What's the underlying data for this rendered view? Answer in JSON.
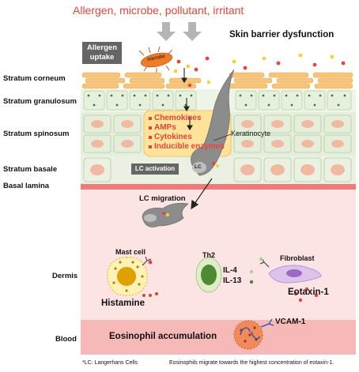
{
  "header": {
    "triggers": "Allergen, microbe, pollutant, irritant",
    "title": "Skin barrier dysfunction"
  },
  "badges": {
    "allergen_uptake": "Allergen uptake",
    "microbe": "microbe",
    "lc_activation": "LC activation",
    "lc_cell": "LC"
  },
  "layers": {
    "stratum_corneum": "Stratum corneum",
    "stratum_granulosum": "Stratum granulosum",
    "stratum_spinosum": "Stratum spinosum",
    "stratum_basale": "Stratum basale",
    "basal_lamina": "Basal lamina",
    "dermis": "Dermis",
    "blood": "Blood"
  },
  "mediators": [
    "Chemokines",
    "AMPs",
    "Cytokines",
    "Inducible enzymes"
  ],
  "labels": {
    "keratinocyte": "Keratinocyte",
    "lc_migration": "LC migration",
    "mast_cell": "Mast cell",
    "histamine": "Histamine",
    "th2": "Th2",
    "il4": "IL-4",
    "il13": "IL-13",
    "fibroblast": "Fibroblast",
    "eotaxin": "Eotaxin-1",
    "vcam": "VCAM-1",
    "eosinophil_accumulation": "Eosinophil accumulation"
  },
  "footer": {
    "footnote": "*LC: Langerhans Cells",
    "caption": "Eosinophils migrate towards the highest concentration of eotaxin-1."
  },
  "colors": {
    "accent_red": "#e8433a",
    "corneum": "#f5c57e",
    "granulosum_cell": "#e8f1dd",
    "spinosum_cell": "#e7efdf",
    "nucleus": "#f0b89e",
    "dermis_bg": "#fde3e3",
    "blood_bg": "#f7b8b8",
    "mediator_box": "#ffe29a",
    "badge_gray": "#666666"
  }
}
